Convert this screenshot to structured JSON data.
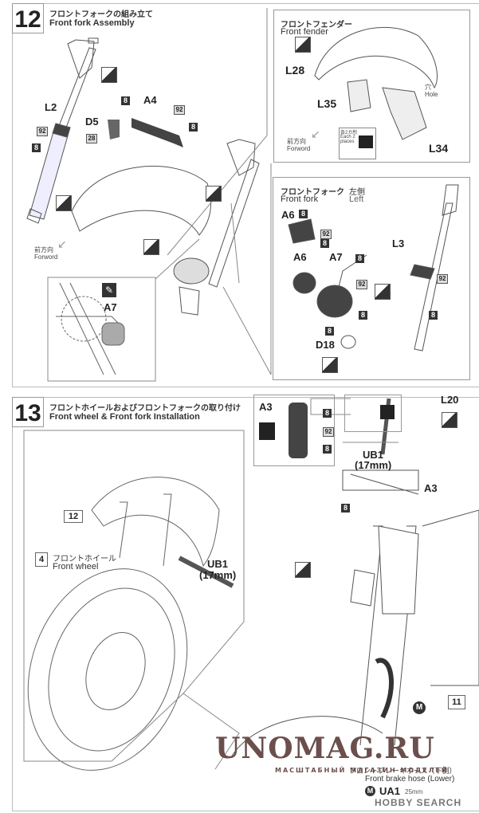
{
  "steps": [
    {
      "number": "12",
      "title_jp": "フロントフォークの組み立て",
      "title_en": "Front fork Assembly"
    },
    {
      "number": "13",
      "title_jp": "フロントホイールおよびフロントフォークの取り付け",
      "title_en": "Front wheel & Front fork Installation"
    }
  ],
  "step12": {
    "part_labels": [
      "L2",
      "A4",
      "D5"
    ],
    "paint_codes": [
      "8",
      "92",
      "8",
      "92",
      "8",
      "28"
    ],
    "forward_jp": "前方向",
    "forward_en": "Forword",
    "detail_label": "A7",
    "front_fender": {
      "title_jp": "フロントフェンダー",
      "title_en": "Front fender",
      "parts": [
        "L28",
        "L35",
        "L34"
      ],
      "hole_jp": "穴",
      "hole_en": "Hole",
      "each_jp": "各2カ所",
      "each_en": "Each 2 places",
      "forward_jp": "前方向",
      "forward_en": "Forword"
    },
    "front_fork": {
      "title_jp": "フロントフォーク",
      "title_en": "Front fork",
      "side_jp": "左側",
      "side_en": "Left",
      "parts": [
        "A6",
        "A6",
        "A7",
        "L3",
        "D18"
      ],
      "codes": [
        "8",
        "92",
        "8",
        "8",
        "92",
        "8",
        "92",
        "8",
        "8"
      ]
    }
  },
  "step13": {
    "sub_step": "12",
    "wheel_step": "4",
    "wheel_jp": "フロントホイール",
    "wheel_en": "Front wheel",
    "bolt_label": "UB1",
    "bolt_size": "(17mm)",
    "bolt_label_right": "UB1",
    "bolt_size_right": "(17mm)",
    "part_A3": "A3",
    "part_A3_detail": "A3",
    "part_L20": "L20",
    "codes": [
      "8",
      "92",
      "8",
      "8"
    ],
    "engine_step": "11",
    "hose_marker": "M",
    "hose_jp": "フロントブレーキホース（下側）",
    "hose_en": "Front brake hose (Lower)",
    "hose_part": "UA1",
    "hose_length": "25mm"
  },
  "watermarks": {
    "main": "UNOMAG.RU",
    "sub": "МАСШТАБНЫЙ МАГАЗИН МОДЕЛЕЙ",
    "corner": "HOBBY SEARCH"
  }
}
